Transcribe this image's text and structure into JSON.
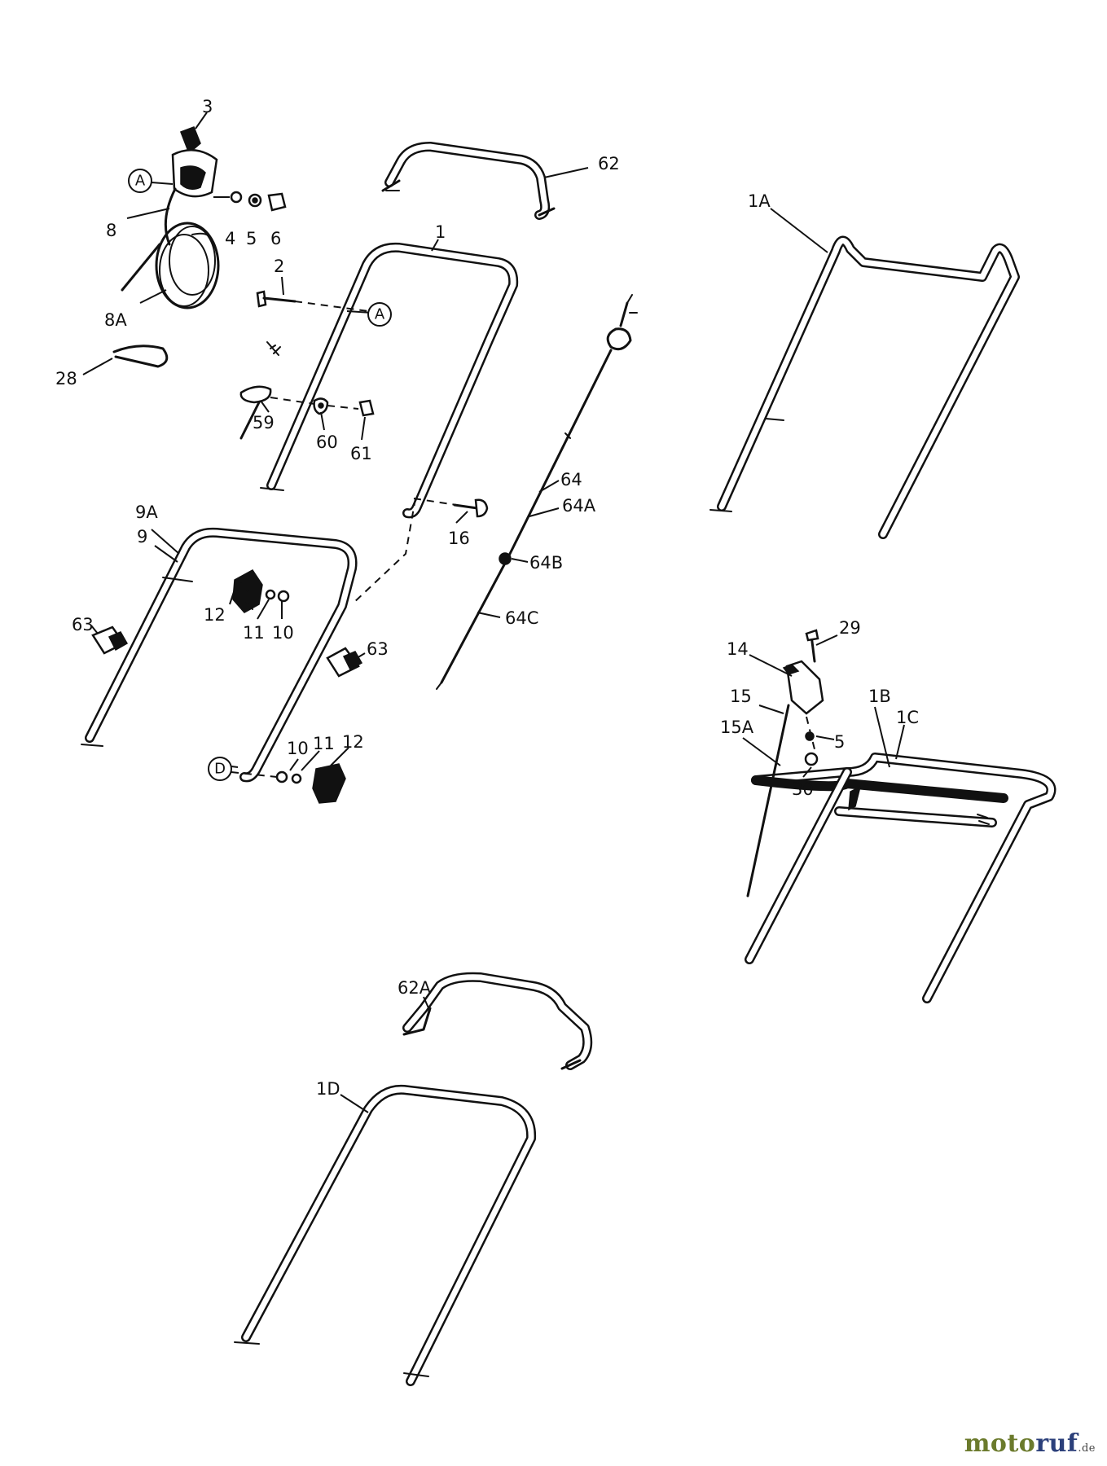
{
  "diagram": {
    "callouts": {
      "p3": "3",
      "pA1": "A",
      "p8": "8",
      "p4": "4",
      "p5a": "5",
      "p6": "6",
      "p8A": "8A",
      "p28": "28",
      "p62": "62",
      "p1": "1",
      "p2": "2",
      "pA2": "A",
      "p59": "59",
      "p60": "60",
      "p61": "61",
      "p64": "64",
      "p64A": "64A",
      "p64B": "64B",
      "p64C": "64C",
      "p16": "16",
      "p9A": "9A",
      "p9": "9",
      "p12a": "12",
      "p11a": "11",
      "p10a": "10",
      "p63a": "63",
      "p63b": "63",
      "pD": "D",
      "p10b": "10",
      "p11b": "11",
      "p12b": "12",
      "p1A": "1A",
      "p29": "29",
      "p14": "14",
      "p15": "15",
      "p15A": "15A",
      "p5b": "5",
      "p30": "30",
      "p1B": "1B",
      "p1C": "1C",
      "p62A": "62A",
      "p1D": "1D"
    }
  },
  "watermark": {
    "main": "moto",
    "accent": "ruf",
    "tld": ".de"
  }
}
